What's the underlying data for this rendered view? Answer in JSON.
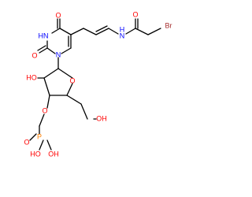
{
  "molecule": {
    "atoms": {
      "o_c4": "O",
      "nh_n3": "HN",
      "o_c2": "O",
      "n_n1": "N",
      "nh_amide": "N",
      "h_amide": "H",
      "o_amide": "O",
      "br": "Br",
      "ho_2prime": "HO",
      "o_ring": "O",
      "oh_5prime": "OH",
      "o_3prime": "O",
      "p": "P",
      "o_p": "O",
      "ho_p1": "HO",
      "oh_p2": "OH"
    },
    "colors": {
      "bond": "#000000",
      "oxygen": "#ff0000",
      "nitrogen": "#0000ff",
      "bromine": "#a52a2a",
      "phosphorus": "#ff8000"
    }
  }
}
